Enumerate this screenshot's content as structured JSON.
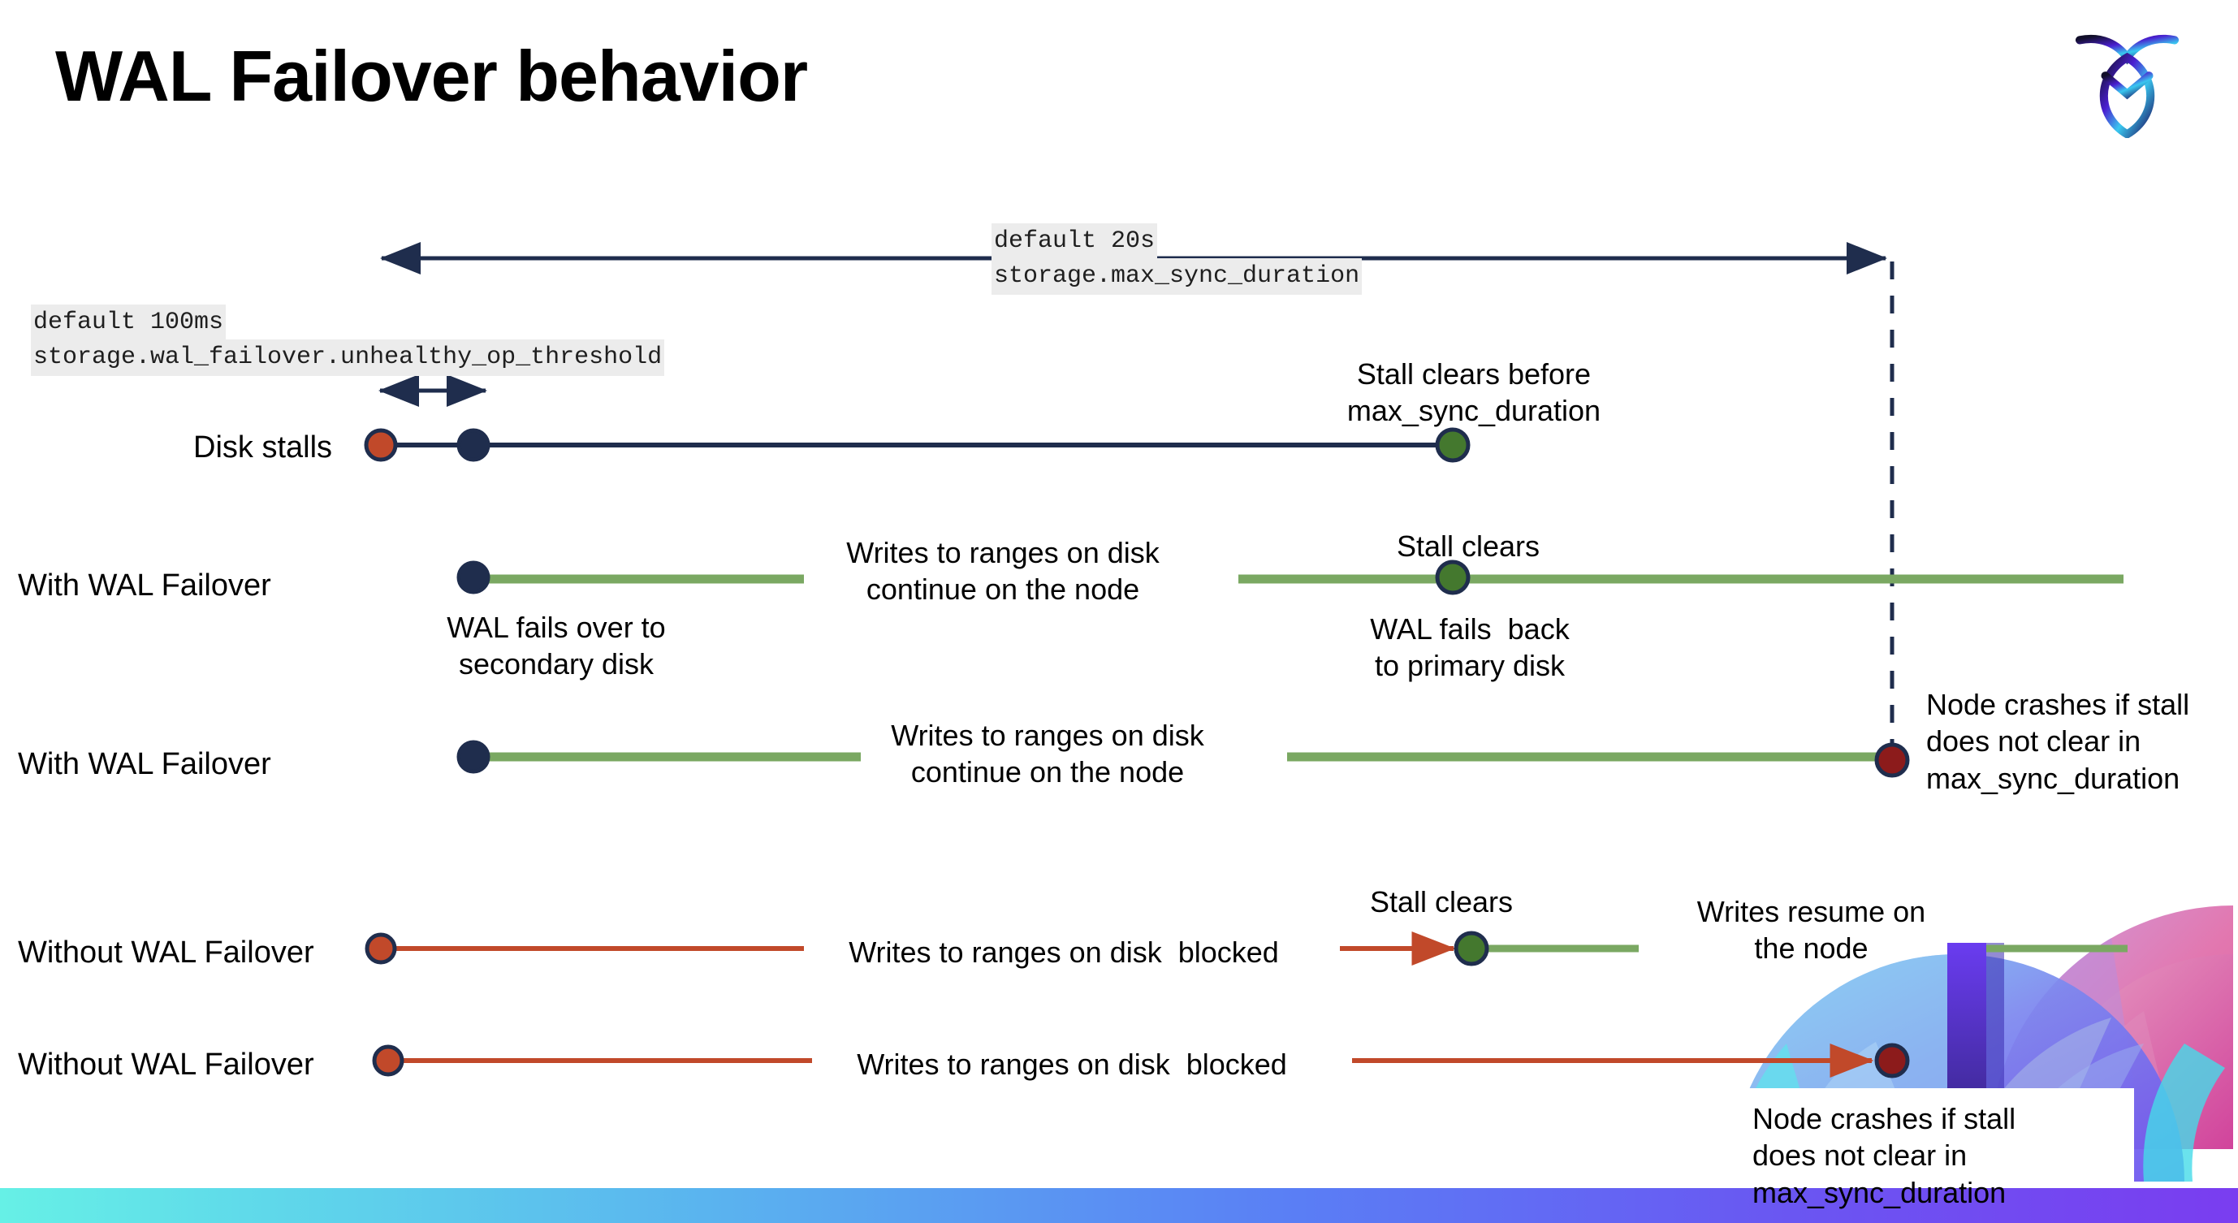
{
  "slide": {
    "title": "WAL Failover behavior",
    "logo_name": "cockroachdb-logo"
  },
  "colors": {
    "navy": "#1f2d4d",
    "green_line": "#7aa862",
    "green_dot": "#44782e",
    "orange_line": "#c1492a",
    "orange_dot": "#c1492a",
    "darkred_dot": "#8c1b1b",
    "chip_bg": "#ececec",
    "bottom_gradient_start": "#66f0e6",
    "bottom_gradient_end": "#7a3df0"
  },
  "annotations": {
    "max_sync": {
      "default": "default 20s",
      "setting": "storage.max_sync_duration"
    },
    "unhealthy_op": {
      "default": "default 100ms",
      "setting": "storage.wal_failover.unhealthy_op_threshold"
    }
  },
  "rows": [
    {
      "id": "disk-stalls",
      "label": "Disk stalls",
      "notes": [
        "Stall clears before\nmax_sync_duration"
      ]
    },
    {
      "id": "with-wal-failover-1",
      "label": "With WAL Failover",
      "notes": [
        "WAL fails over to\nsecondary disk",
        "Writes to ranges on disk\ncontinue on the node",
        "Stall clears",
        "WAL fails  back\nto primary disk"
      ]
    },
    {
      "id": "with-wal-failover-2",
      "label": "With WAL Failover",
      "notes": [
        "Writes to ranges on disk\ncontinue on the node",
        "Node crashes if stall\ndoes not clear in\nmax_sync_duration"
      ]
    },
    {
      "id": "without-wal-failover-1",
      "label": "Without WAL Failover",
      "notes": [
        "Writes to ranges on disk  blocked",
        "Stall clears",
        "Writes resume on\nthe node"
      ]
    },
    {
      "id": "without-wal-failover-2",
      "label": "Without WAL Failover",
      "notes": [
        "Writes to ranges on disk  blocked",
        "Node crashes if stall\ndoes not clear in\nmax_sync_duration"
      ]
    }
  ],
  "text": {
    "t_disk_stalls": "Disk stalls",
    "t_with_wal_1": "With WAL Failover",
    "t_with_wal_2": "With WAL Failover",
    "t_without_wal_1": "Without WAL Failover",
    "t_without_wal_2": "Without WAL Failover",
    "t_stall_clears_before": "Stall clears before\nmax_sync_duration",
    "t_wal_fails_over": "WAL fails over to\nsecondary disk",
    "t_writes_continue_1": "Writes to ranges on disk\ncontinue on the node",
    "t_stall_clears_1": "Stall clears",
    "t_wal_fails_back": "WAL fails  back\nto primary disk",
    "t_writes_continue_2": "Writes to ranges on disk\ncontinue on the node",
    "t_node_crashes_1": "Node crashes if stall\ndoes not clear in\nmax_sync_duration",
    "t_writes_blocked_1": "Writes to ranges on disk  blocked",
    "t_stall_clears_2": "Stall clears",
    "t_writes_resume": "Writes resume on\nthe node",
    "t_writes_blocked_2": "Writes to ranges on disk  blocked",
    "t_node_crashes_2": "Node crashes if stall\ndoes not clear in\nmax_sync_duration",
    "chip_default_20s": "default 20s",
    "chip_max_sync": "storage.max_sync_duration",
    "chip_default_100ms": "default 100ms",
    "chip_unhealthy_op": "storage.wal_failover.unhealthy_op_threshold"
  }
}
